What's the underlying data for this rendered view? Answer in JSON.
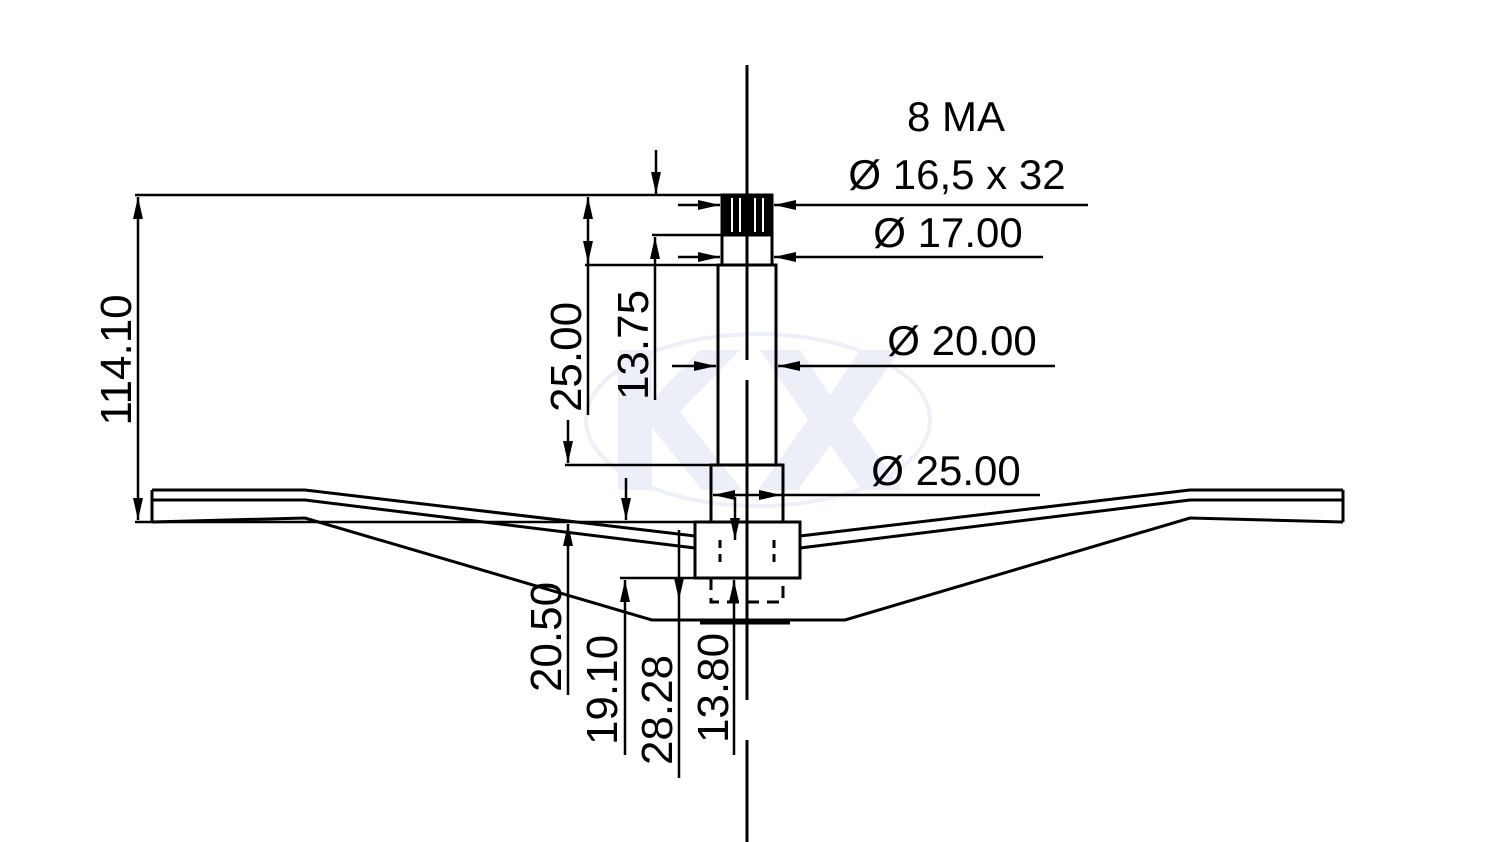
{
  "labels": {
    "material": "8 MA",
    "spline": "Ø 16,5 x 32",
    "d17": "Ø 17.00",
    "d20": "Ø 20.00",
    "d25": "Ø 25.00"
  },
  "dimensions": {
    "total_height": "114.10",
    "upper_25": "25.00",
    "upper_1375": "13.75",
    "lower_2050": "20.50",
    "lower_1910": "19.10",
    "lower_2828": "28.28",
    "lower_1380": "13.80"
  },
  "watermark": "KX"
}
